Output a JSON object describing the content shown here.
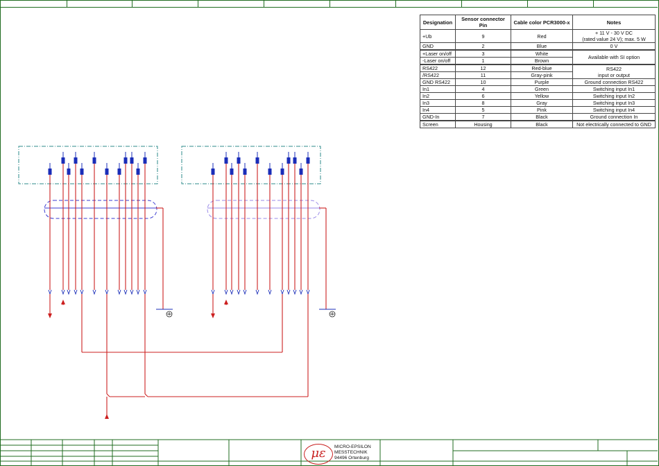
{
  "table": {
    "headers": [
      "Designation",
      "Sensor connector Pin",
      "Cable color PCR3000-x",
      "Notes"
    ],
    "rows": [
      {
        "designation": "+Ub",
        "pin": "9",
        "color": "Red",
        "notes": "+ 11 V - 30 V DC",
        "notes2": "(rated value 24 V); max. 5 W"
      },
      {
        "designation": "GND",
        "pin": "2",
        "color": "Blue",
        "notes": "0 V"
      },
      {
        "designation": "+Laser on/off",
        "pin": "3",
        "color": "White",
        "notes": "Available with SI option"
      },
      {
        "designation": "-Laser on/off",
        "pin": "1",
        "color": "Brown"
      },
      {
        "designation": "RS422",
        "pin": "12",
        "color": "Red-blue",
        "notes": "RS422",
        "notes2": "input or output"
      },
      {
        "designation": "/RS422",
        "pin": "11",
        "color": "Gray-pink"
      },
      {
        "designation": "GND RS422",
        "pin": "10",
        "color": "Purple",
        "notes": "Ground connection RS422"
      },
      {
        "designation": "In1",
        "pin": "4",
        "color": "Green",
        "notes": "Switching input In1"
      },
      {
        "designation": "In2",
        "pin": "6",
        "color": "Yellow",
        "notes": "Switching input In2"
      },
      {
        "designation": "In3",
        "pin": "8",
        "color": "Gray",
        "notes": "Switching input In3"
      },
      {
        "designation": "In4",
        "pin": "5",
        "color": "Pink",
        "notes": "Switching input In4"
      },
      {
        "designation": "GND-In",
        "pin": "7",
        "color": "Black",
        "notes": "Ground connection In"
      },
      {
        "designation": "Screen",
        "pin": "Housing",
        "color": "Black",
        "notes": "Not electrically connected to GND"
      }
    ]
  },
  "logo": {
    "symbol": "με",
    "line1": "MICRO-EPSILON",
    "line2": "MESSTECHNIK",
    "line3": "94496 Ortenburg"
  },
  "colors": {
    "frame": "#1f6b1f",
    "connector_box": "#2e8b8b",
    "wire": "#cc1f1f",
    "pin": "#1a2db8",
    "cable_shield_left": "#3a3ad0",
    "cable_shield_right": "#9a8ae8"
  }
}
